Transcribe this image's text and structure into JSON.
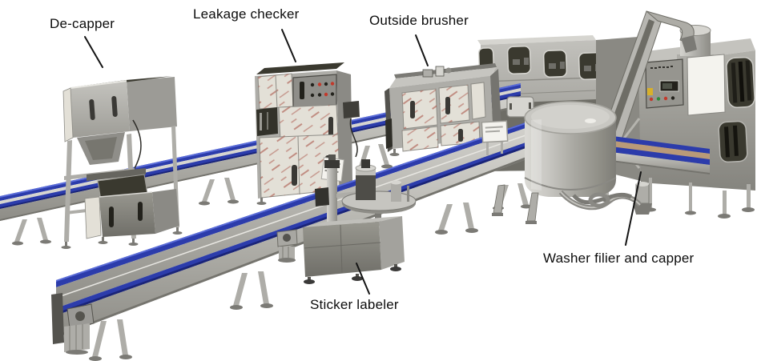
{
  "scene": {
    "labels": {
      "de_capper": "De-capper",
      "leakage_checker": "Leakage checker",
      "outside_brusher": "Outside brusher",
      "sticker_labeler": "Sticker labeler",
      "washer_filler_capper": "Washer filier and capper"
    },
    "colors": {
      "background": "#ffffff",
      "annotation_text": "#0c0c0c",
      "annotation_line": "#141414",
      "conveyor_blue": "#2c3cab",
      "conveyor_blue_light": "#5a6cd8",
      "conveyor_blue_dark": "#1a2478",
      "steel_light": "#d6d5d0",
      "steel_mid": "#aeada8",
      "steel_dark": "#7b7a75",
      "steel_deep": "#54534e",
      "panel_film": "#e3e0d7",
      "film_streak": "#a64a3e",
      "opening_dark": "#3a392f",
      "belt_tan": "#b99a78",
      "button_red": "#c2392b",
      "button_green": "#2e8b3a",
      "warning_yellow": "#d8b02a",
      "sign_white": "#f4f3ee"
    }
  }
}
